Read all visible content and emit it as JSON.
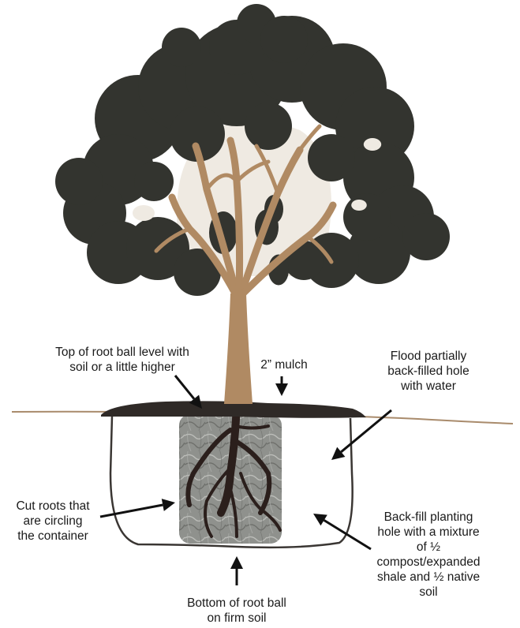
{
  "labels": {
    "top_root_ball": [
      "Top of root ball level with",
      "soil or a little higher"
    ],
    "mulch": [
      "2” mulch"
    ],
    "flood": [
      "Flood partially",
      "back-filled hole",
      "with water"
    ],
    "cut_roots": [
      "Cut roots that",
      "are circling",
      "the container"
    ],
    "backfill": [
      "Back-fill planting",
      "hole with a mixture",
      "of ½",
      "compost/expanded",
      "shale and ½ native",
      "soil"
    ],
    "bottom_root_ball": [
      "Bottom of root ball",
      "on firm soil"
    ]
  },
  "colors": {
    "canopy": "#33342f",
    "wood": "#b08a63",
    "sky": "#efeae2",
    "ground_line": "#a98b6c",
    "mulch": "#2f2a27",
    "root_ball": "#8a8c88",
    "root_ball_light": "#c9cac6",
    "hole_outline": "#3a3633",
    "roots": "#2b1f1c",
    "arrow": "#111111"
  },
  "icons": [
    "tree-canopy",
    "tree-trunk",
    "root-ball",
    "planting-hole",
    "arrow"
  ]
}
